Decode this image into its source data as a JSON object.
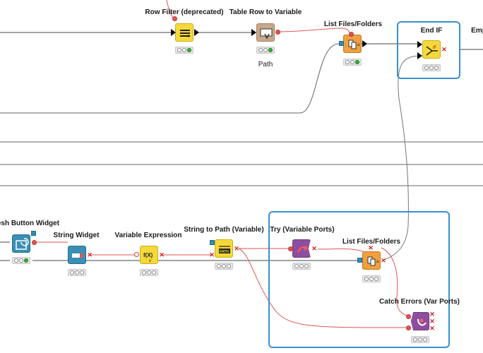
{
  "nodes": {
    "row_filter": {
      "label": "Row Filter (deprecated)"
    },
    "table_row_to_variable": {
      "label": "Table Row to Variable",
      "sublabel": "Path"
    },
    "list_files_top": {
      "label": "List Files/Folders"
    },
    "end_if": {
      "label": "End IF"
    },
    "empty_partial": {
      "label": "Emp"
    },
    "refresh_button_widget": {
      "label": "resh Button Widget"
    },
    "string_widget": {
      "label": "String Widget"
    },
    "variable_expression": {
      "label": "Variable Expression",
      "icon_text": "f(X)"
    },
    "string_to_path": {
      "label": "String to Path (Variable)",
      "icon_text": "PATH"
    },
    "try_variable_ports": {
      "label": "Try (Variable Ports)"
    },
    "list_files_bottom": {
      "label": "List Files/Folders"
    },
    "catch_errors": {
      "label": "Catch Errors (Var Ports)"
    }
  },
  "colors": {
    "manipulator": "#f5d93a",
    "source": "#f0a040",
    "widget": "#3a8fb5",
    "flow_control": "#8e4ea0",
    "converter": "#c7a98a",
    "variable_wire": "#e05555",
    "data_wire": "#555555",
    "selection": "#3a8fcf"
  }
}
